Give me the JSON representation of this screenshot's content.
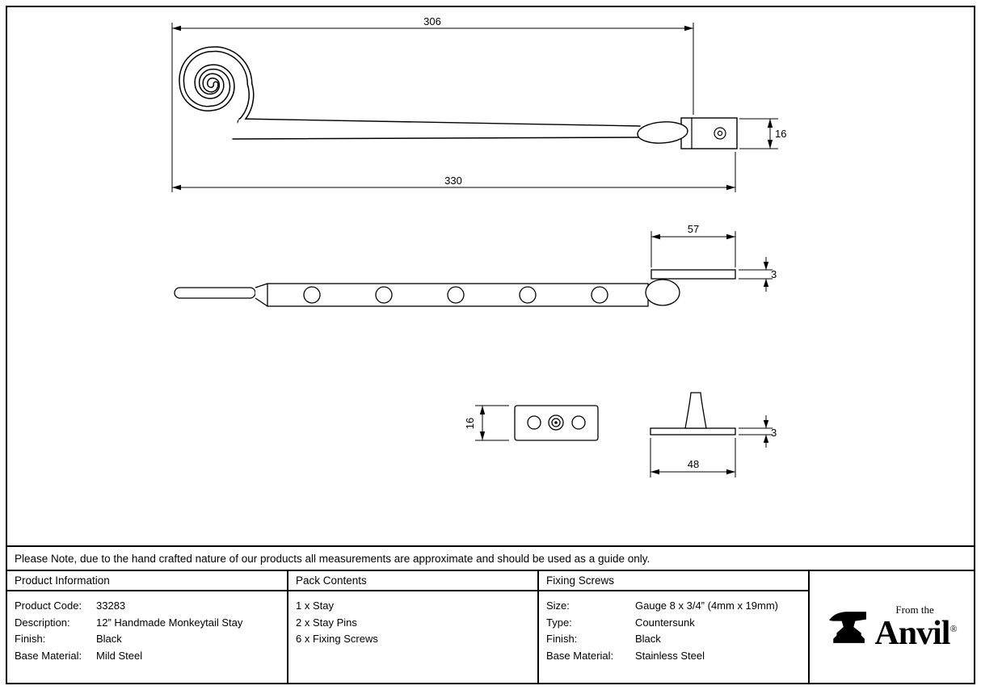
{
  "note": "Please Note, due to the hand crafted nature of our products all measurements are approximate and should be used as a guide only.",
  "dims": {
    "top_width": "306",
    "top_total": "330",
    "top_height": "16",
    "keep_length": "57",
    "keep_thickness": "3",
    "plate_height": "16",
    "pin_plate_thickness": "3",
    "pin_plate_width": "48"
  },
  "table": {
    "product_info": {
      "header": "Product Information",
      "rows": [
        {
          "label": "Product Code:",
          "value": "33283"
        },
        {
          "label": "Description:",
          "value": "12” Handmade Monkeytail Stay"
        },
        {
          "label": "Finish:",
          "value": "Black"
        },
        {
          "label": "Base Material:",
          "value": "Mild Steel"
        }
      ]
    },
    "pack_contents": {
      "header": "Pack Contents",
      "items": [
        "1 x Stay",
        "2 x Stay Pins",
        "6 x Fixing Screws"
      ]
    },
    "fixing_screws": {
      "header": "Fixing Screws",
      "rows": [
        {
          "label": "Size:",
          "value": "Gauge 8 x 3/4” (4mm x 19mm)"
        },
        {
          "label": "Type:",
          "value": "Countersunk"
        },
        {
          "label": "Finish:",
          "value": "Black"
        },
        {
          "label": "Base Material:",
          "value": "Stainless Steel"
        }
      ]
    }
  },
  "brand": {
    "tagline": "From the",
    "name": "Anvil",
    "registered": "®"
  }
}
